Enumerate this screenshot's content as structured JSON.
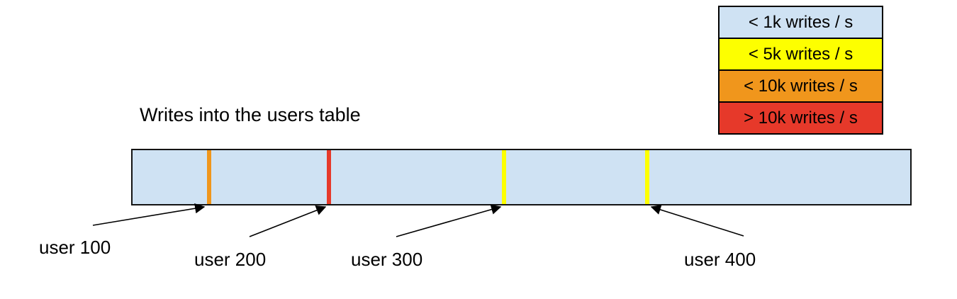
{
  "title": "Writes into the users table",
  "legend": {
    "items": [
      {
        "label": "< 1k writes / s",
        "color": "#cfe2f3"
      },
      {
        "label": "< 5k writes / s",
        "color": "#fdff00"
      },
      {
        "label": "< 10k writes / s",
        "color": "#f0961c"
      },
      {
        "label": "> 10k writes / s",
        "color": "#e6392a"
      }
    ]
  },
  "bar": {
    "fill": "#cfe2f3",
    "border": "#141414"
  },
  "markers": [
    {
      "label": "user 100",
      "color": "#f0961c",
      "category": "< 10k writes / s"
    },
    {
      "label": "user 200",
      "color": "#e6392a",
      "category": "> 10k writes / s"
    },
    {
      "label": "user 300",
      "color": "#fdff00",
      "category": "< 5k writes / s"
    },
    {
      "label": "user 400",
      "color": "#fdff00",
      "category": "< 5k writes / s"
    }
  ],
  "arrow_color": "#000000"
}
